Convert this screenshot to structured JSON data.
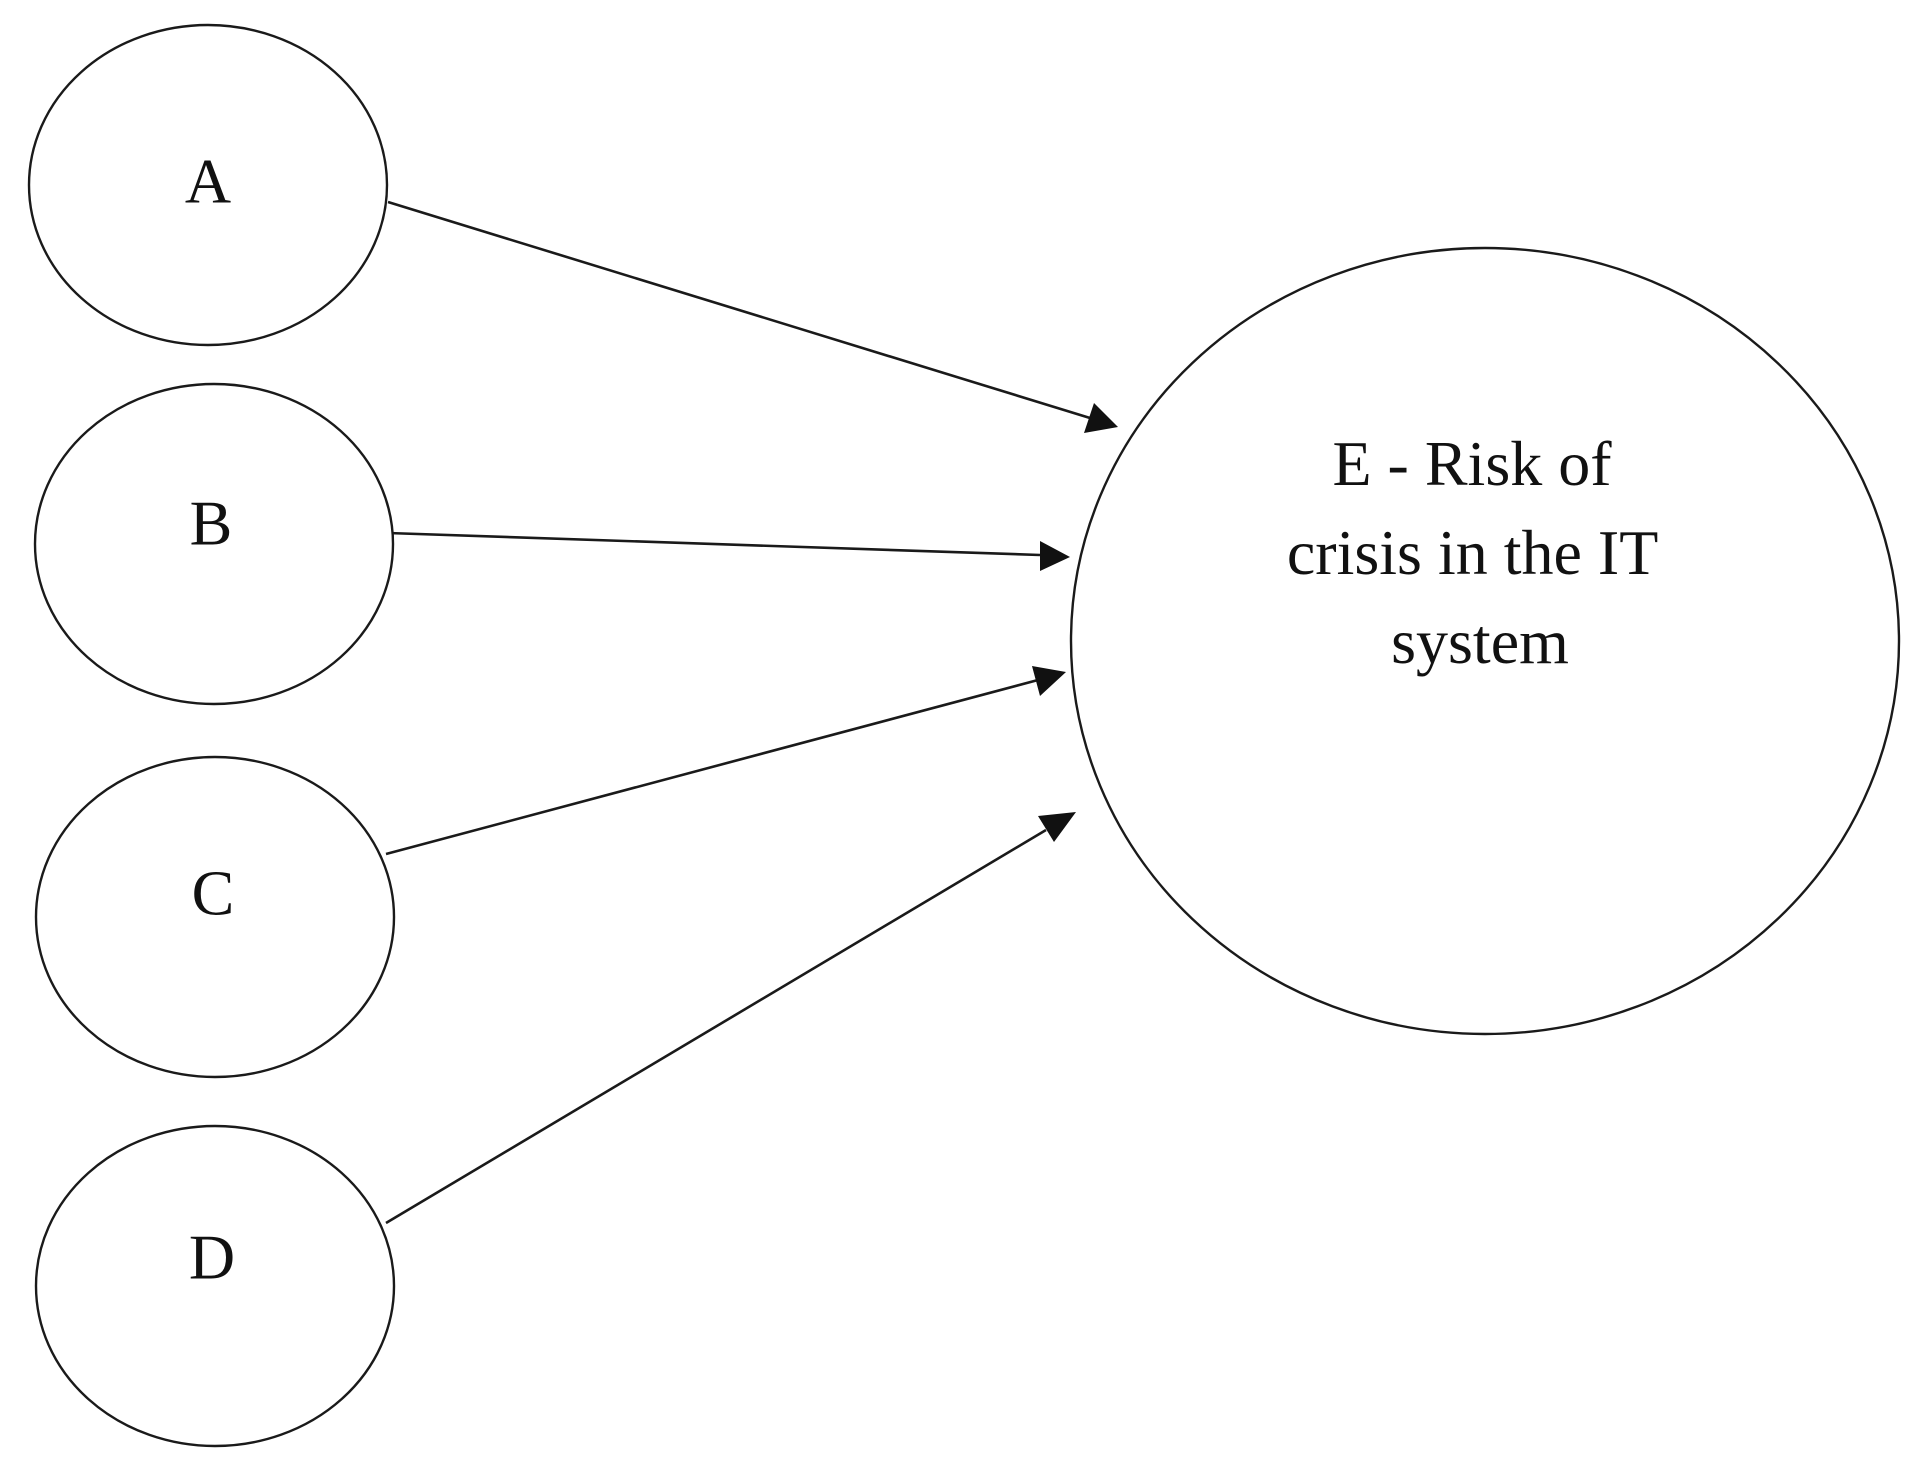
{
  "nodes": [
    {
      "id": "A",
      "label": "A"
    },
    {
      "id": "B",
      "label": "B"
    },
    {
      "id": "C",
      "label": "C"
    },
    {
      "id": "D",
      "label": "D"
    },
    {
      "id": "E",
      "label_lines": [
        "E - Risk of",
        "crisis in the IT",
        "system"
      ]
    }
  ],
  "edges": [
    {
      "from": "A",
      "to": "E"
    },
    {
      "from": "B",
      "to": "E"
    },
    {
      "from": "C",
      "to": "E"
    },
    {
      "from": "D",
      "to": "E"
    }
  ]
}
